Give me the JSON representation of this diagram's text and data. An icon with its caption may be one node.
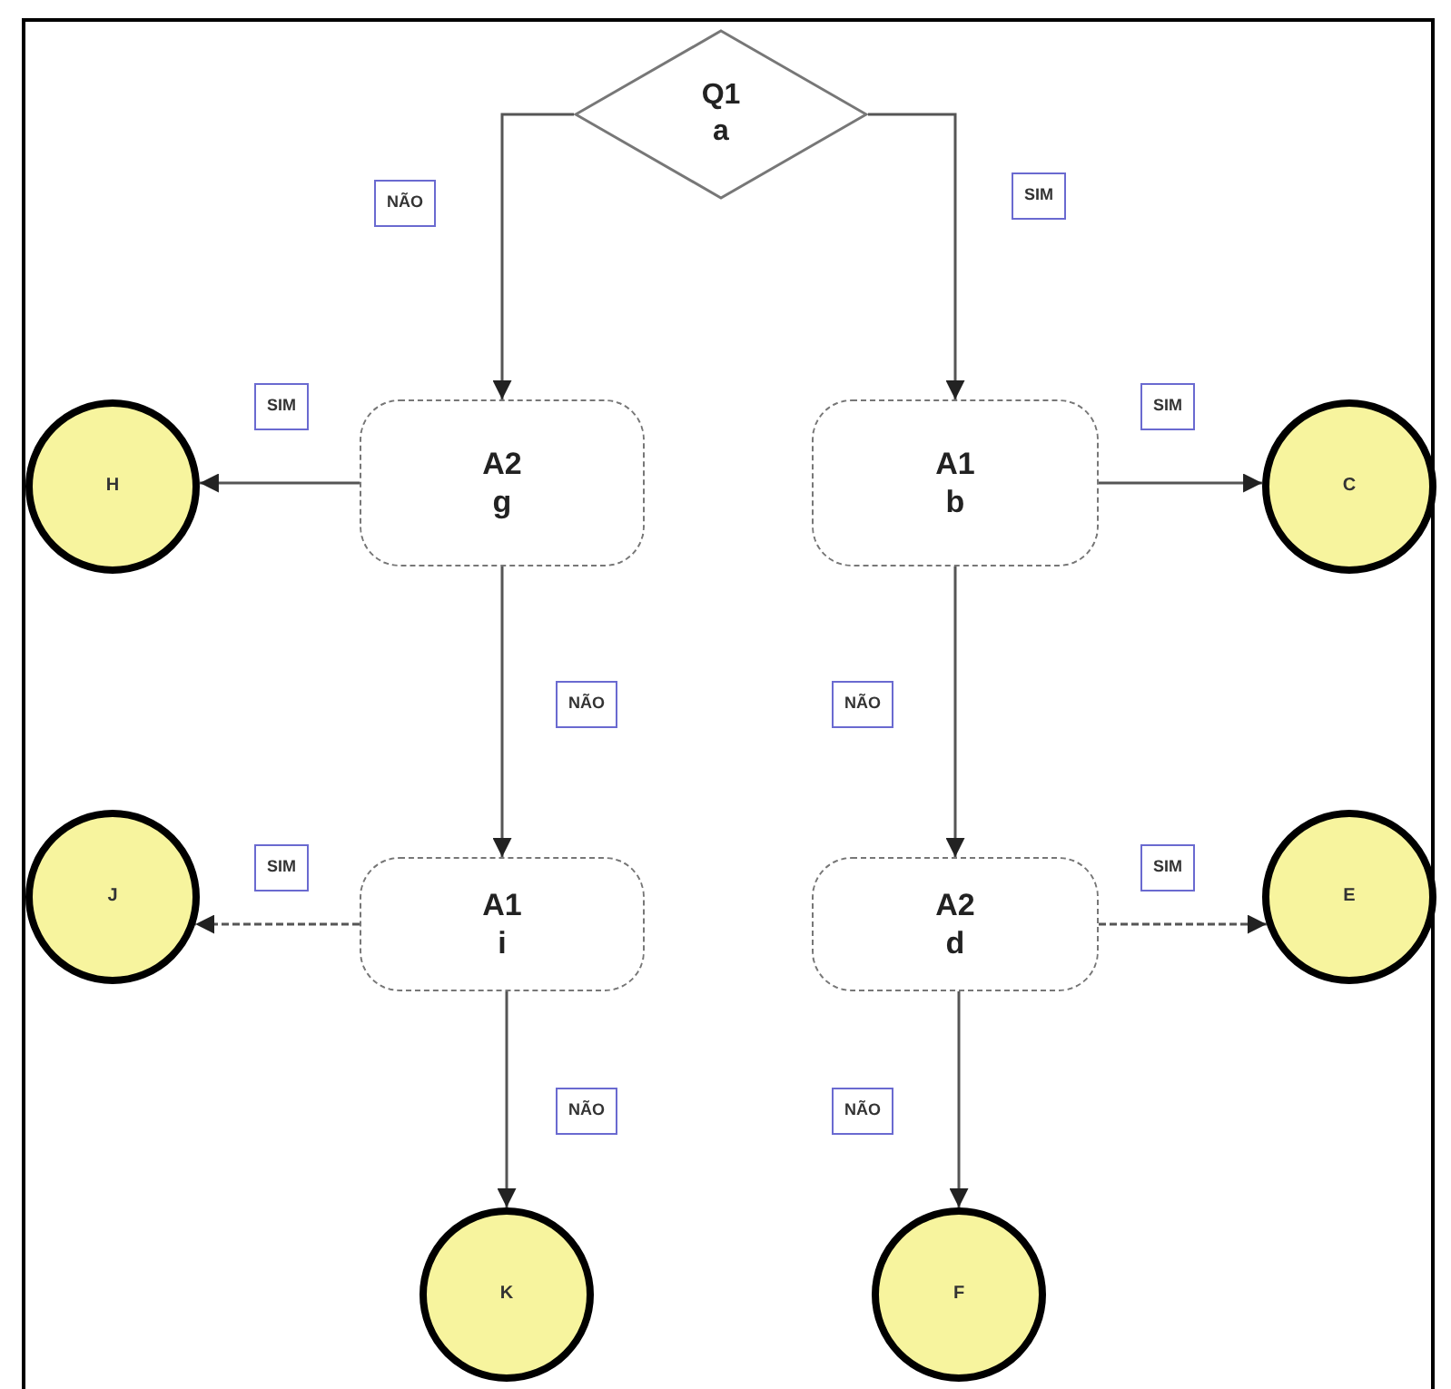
{
  "diagram": {
    "nodes": [
      {
        "text": [
          "Q1",
          "a"
        ]
      },
      {
        "text": [
          "H"
        ]
      },
      {
        "text": [
          "A2",
          "g"
        ]
      },
      {
        "text": [
          "A1",
          "b"
        ]
      },
      {
        "text": [
          "C"
        ]
      },
      {
        "text": [
          "J"
        ]
      },
      {
        "text": [
          "A1",
          "i"
        ]
      },
      {
        "text": [
          "A2",
          "d"
        ]
      },
      {
        "text": [
          "E"
        ]
      },
      {
        "text": [
          "K"
        ]
      },
      {
        "text": [
          "F"
        ]
      }
    ],
    "edges": [
      {
        "from": 0,
        "to": 2,
        "arrow": "to",
        "label": "NÃO"
      },
      {
        "from": 0,
        "to": 3,
        "arrow": "to",
        "label": "SIM"
      },
      {
        "from": 2,
        "to": 1,
        "arrow": "to",
        "label": "SIM"
      },
      {
        "from": 3,
        "to": 4,
        "arrow": "to",
        "label": "SIM"
      },
      {
        "from": 2,
        "to": 6,
        "arrow": "to",
        "label": "NÃO"
      },
      {
        "from": 3,
        "to": 7,
        "arrow": "to",
        "label": "NÃO"
      },
      {
        "from": 6,
        "to": 5,
        "arrow": "to",
        "label": "SIM",
        "style": "dashed"
      },
      {
        "from": 7,
        "to": 8,
        "arrow": "to",
        "label": "SIM",
        "style": "dashed"
      },
      {
        "from": 6,
        "to": 9,
        "arrow": "to",
        "label": "NÃO"
      },
      {
        "from": 7,
        "to": 10,
        "arrow": "to",
        "label": "NÃO"
      }
    ]
  }
}
